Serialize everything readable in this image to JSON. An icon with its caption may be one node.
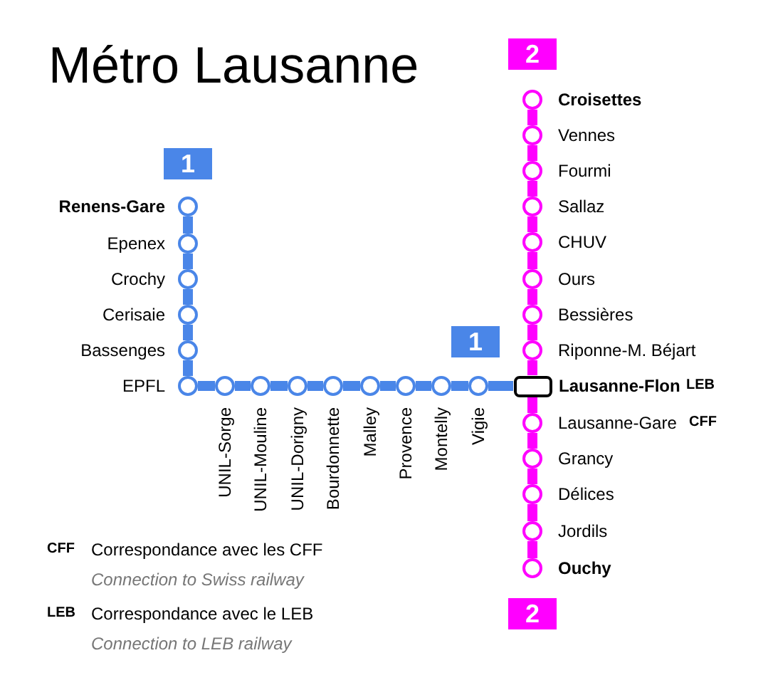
{
  "diagram": {
    "title": "Métro Lausanne",
    "nodes": [
      {
        "text": [
          "2"
        ]
      },
      {
        "text": [
          "1"
        ]
      },
      {
        "text": [
          "1"
        ]
      },
      {
        "text": [
          "2"
        ]
      },
      {
        "text": [
          "Renens-Gare"
        ]
      },
      {
        "text": [
          "Epenex"
        ]
      },
      {
        "text": [
          "Crochy"
        ]
      },
      {
        "text": [
          "Cerisaie"
        ]
      },
      {
        "text": [
          "Bassenges"
        ]
      },
      {
        "text": [
          "EPFL"
        ]
      },
      {
        "text": [
          "UNIL-Sorge"
        ]
      },
      {
        "text": [
          "UNIL-Mouline"
        ]
      },
      {
        "text": [
          "UNIL-Dorigny"
        ]
      },
      {
        "text": [
          "Bourdonnette"
        ]
      },
      {
        "text": [
          "Malley"
        ]
      },
      {
        "text": [
          "Provence"
        ]
      },
      {
        "text": [
          "Montelly"
        ]
      },
      {
        "text": [
          "Vigie"
        ]
      },
      {
        "text": [
          "Lausanne-Flon"
        ]
      },
      {
        "text": [
          "Croisettes"
        ]
      },
      {
        "text": [
          "Vennes"
        ]
      },
      {
        "text": [
          "Fourmi"
        ]
      },
      {
        "text": [
          "Sallaz"
        ]
      },
      {
        "text": [
          "CHUV"
        ]
      },
      {
        "text": [
          "Ours"
        ]
      },
      {
        "text": [
          "Bessières"
        ]
      },
      {
        "text": [
          "Riponne-M. Béjart"
        ]
      },
      {
        "text": [
          "Lausanne-Gare"
        ]
      },
      {
        "text": [
          "Grancy"
        ]
      },
      {
        "text": [
          "Délices"
        ]
      },
      {
        "text": [
          "Jordils"
        ]
      },
      {
        "text": [
          "Ouchy"
        ]
      }
    ],
    "edges": [
      {
        "from": 4,
        "to": 5,
        "arrow": "none",
        "color": "#4a86e8"
      },
      {
        "from": 5,
        "to": 6,
        "arrow": "none",
        "color": "#4a86e8"
      },
      {
        "from": 6,
        "to": 7,
        "arrow": "none",
        "color": "#4a86e8"
      },
      {
        "from": 7,
        "to": 8,
        "arrow": "none",
        "color": "#4a86e8"
      },
      {
        "from": 8,
        "to": 9,
        "arrow": "none",
        "color": "#4a86e8"
      },
      {
        "from": 9,
        "to": 10,
        "arrow": "none",
        "color": "#4a86e8"
      },
      {
        "from": 10,
        "to": 11,
        "arrow": "none",
        "color": "#4a86e8"
      },
      {
        "from": 11,
        "to": 12,
        "arrow": "none",
        "color": "#4a86e8"
      },
      {
        "from": 12,
        "to": 13,
        "arrow": "none",
        "color": "#4a86e8"
      },
      {
        "from": 13,
        "to": 14,
        "arrow": "none",
        "color": "#4a86e8"
      },
      {
        "from": 14,
        "to": 15,
        "arrow": "none",
        "color": "#4a86e8"
      },
      {
        "from": 15,
        "to": 16,
        "arrow": "none",
        "color": "#4a86e8"
      },
      {
        "from": 16,
        "to": 17,
        "arrow": "none",
        "color": "#4a86e8"
      },
      {
        "from": 17,
        "to": 18,
        "arrow": "none",
        "color": "#4a86e8"
      },
      {
        "from": 19,
        "to": 20,
        "arrow": "none",
        "color": "#ff00ff"
      },
      {
        "from": 20,
        "to": 21,
        "arrow": "none",
        "color": "#ff00ff"
      },
      {
        "from": 21,
        "to": 22,
        "arrow": "none",
        "color": "#ff00ff"
      },
      {
        "from": 22,
        "to": 23,
        "arrow": "none",
        "color": "#ff00ff"
      },
      {
        "from": 23,
        "to": 24,
        "arrow": "none",
        "color": "#ff00ff"
      },
      {
        "from": 24,
        "to": 25,
        "arrow": "none",
        "color": "#ff00ff"
      },
      {
        "from": 25,
        "to": 26,
        "arrow": "none",
        "color": "#ff00ff"
      },
      {
        "from": 26,
        "to": 18,
        "arrow": "none",
        "color": "#ff00ff"
      },
      {
        "from": 18,
        "to": 27,
        "arrow": "none",
        "color": "#ff00ff"
      },
      {
        "from": 27,
        "to": 28,
        "arrow": "none",
        "color": "#ff00ff"
      },
      {
        "from": 28,
        "to": 29,
        "arrow": "none",
        "color": "#ff00ff"
      },
      {
        "from": 29,
        "to": 30,
        "arrow": "none",
        "color": "#ff00ff"
      },
      {
        "from": 30,
        "to": 31,
        "arrow": "none",
        "color": "#ff00ff"
      }
    ],
    "labels": [
      "LEB",
      "CFF",
      "CFF",
      "Correspondance avec les CFF",
      "Connection to Swiss railway",
      "LEB",
      "Correspondance avec le LEB",
      "Connection to LEB railway"
    ]
  }
}
